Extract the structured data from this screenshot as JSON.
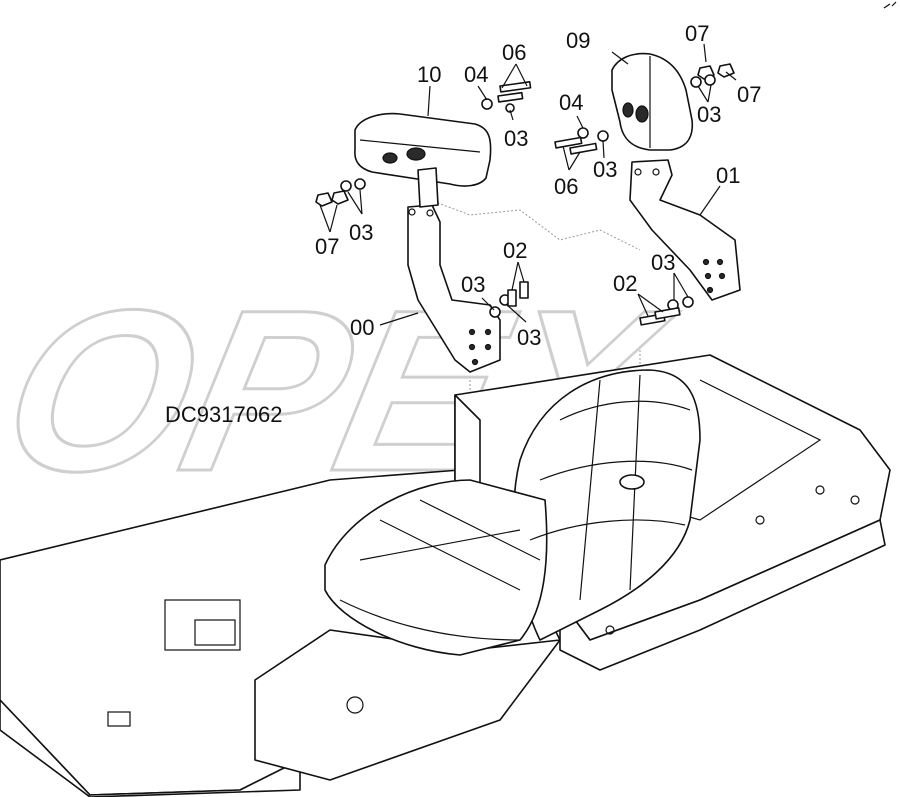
{
  "drawing_id": "DC9317062",
  "watermark": "OPEX",
  "callouts": {
    "c10": "10",
    "c04a": "04",
    "c06a": "06",
    "c03a": "03",
    "c07a": "07",
    "c03b": "03",
    "c00": "00",
    "c02a": "02",
    "c03c": "03",
    "c03d": "03",
    "c09": "09",
    "c07b": "07",
    "c07c": "07",
    "c03e": "03",
    "c04b": "04",
    "c03f": "03",
    "c06b": "06",
    "c01": "01",
    "c03g": "03",
    "c02b": "02"
  },
  "colors": {
    "line": "#111111",
    "watermark": "#cfcfcf",
    "background": "#ffffff"
  }
}
